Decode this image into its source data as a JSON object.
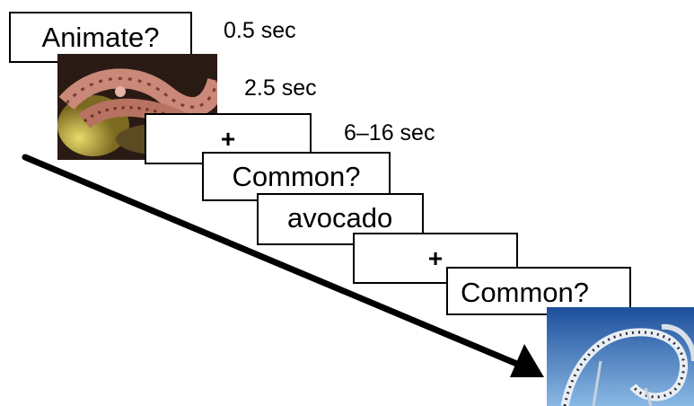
{
  "frames": {
    "animate_prompt": "Animate?",
    "fixation_1": "+",
    "common_prompt_1": "Common?",
    "word_stimulus": "avocado",
    "fixation_2": "+",
    "common_prompt_2": "Common?"
  },
  "timings": {
    "prompt_duration": "0.5 sec",
    "stimulus_duration": "2.5 sec",
    "fixation_duration": "6–16 sec"
  },
  "images": {
    "first_picture": "snake-photo",
    "last_picture": "roller-coaster-photo"
  },
  "colors": {
    "frame_border": "#000000",
    "arrow": "#000000",
    "sky_blue": "#2f6db8"
  }
}
